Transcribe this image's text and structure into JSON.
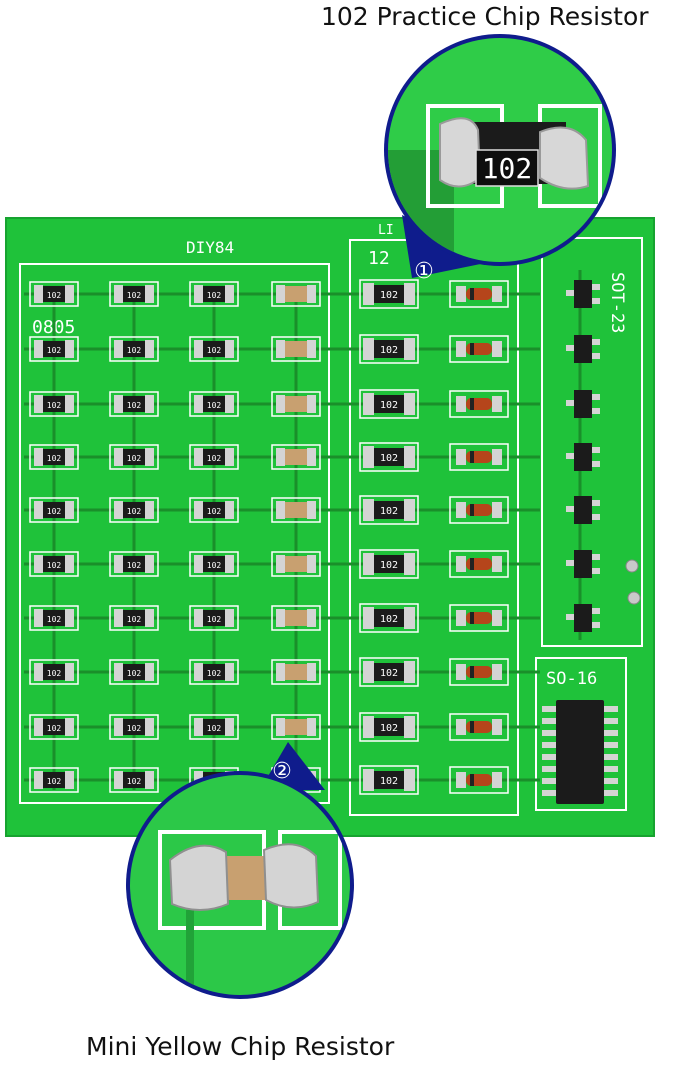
{
  "captions": {
    "top": "102 Practice  Chip Resistor",
    "bottom": "Mini Yellow Chip Resistor"
  },
  "board": {
    "silkscreen": {
      "diy": "DIY84",
      "size_0805": "0805",
      "size_1206": "12",
      "led_partial": "LI",
      "sot": "SOT-23",
      "so": "SO-16"
    },
    "resistor_marking": "102",
    "callouts": {
      "one": "①",
      "two": "②",
      "zoom_marking": "102"
    },
    "colors": {
      "pcb": "#1fc23a",
      "trace": "#1a8f2a",
      "silk": "#ffffff",
      "lens_ring": "#0f1c8c",
      "chip_body": "#1b1b1b",
      "yellow_chip": "#c8a070",
      "diode_body": "#b5451b"
    }
  }
}
